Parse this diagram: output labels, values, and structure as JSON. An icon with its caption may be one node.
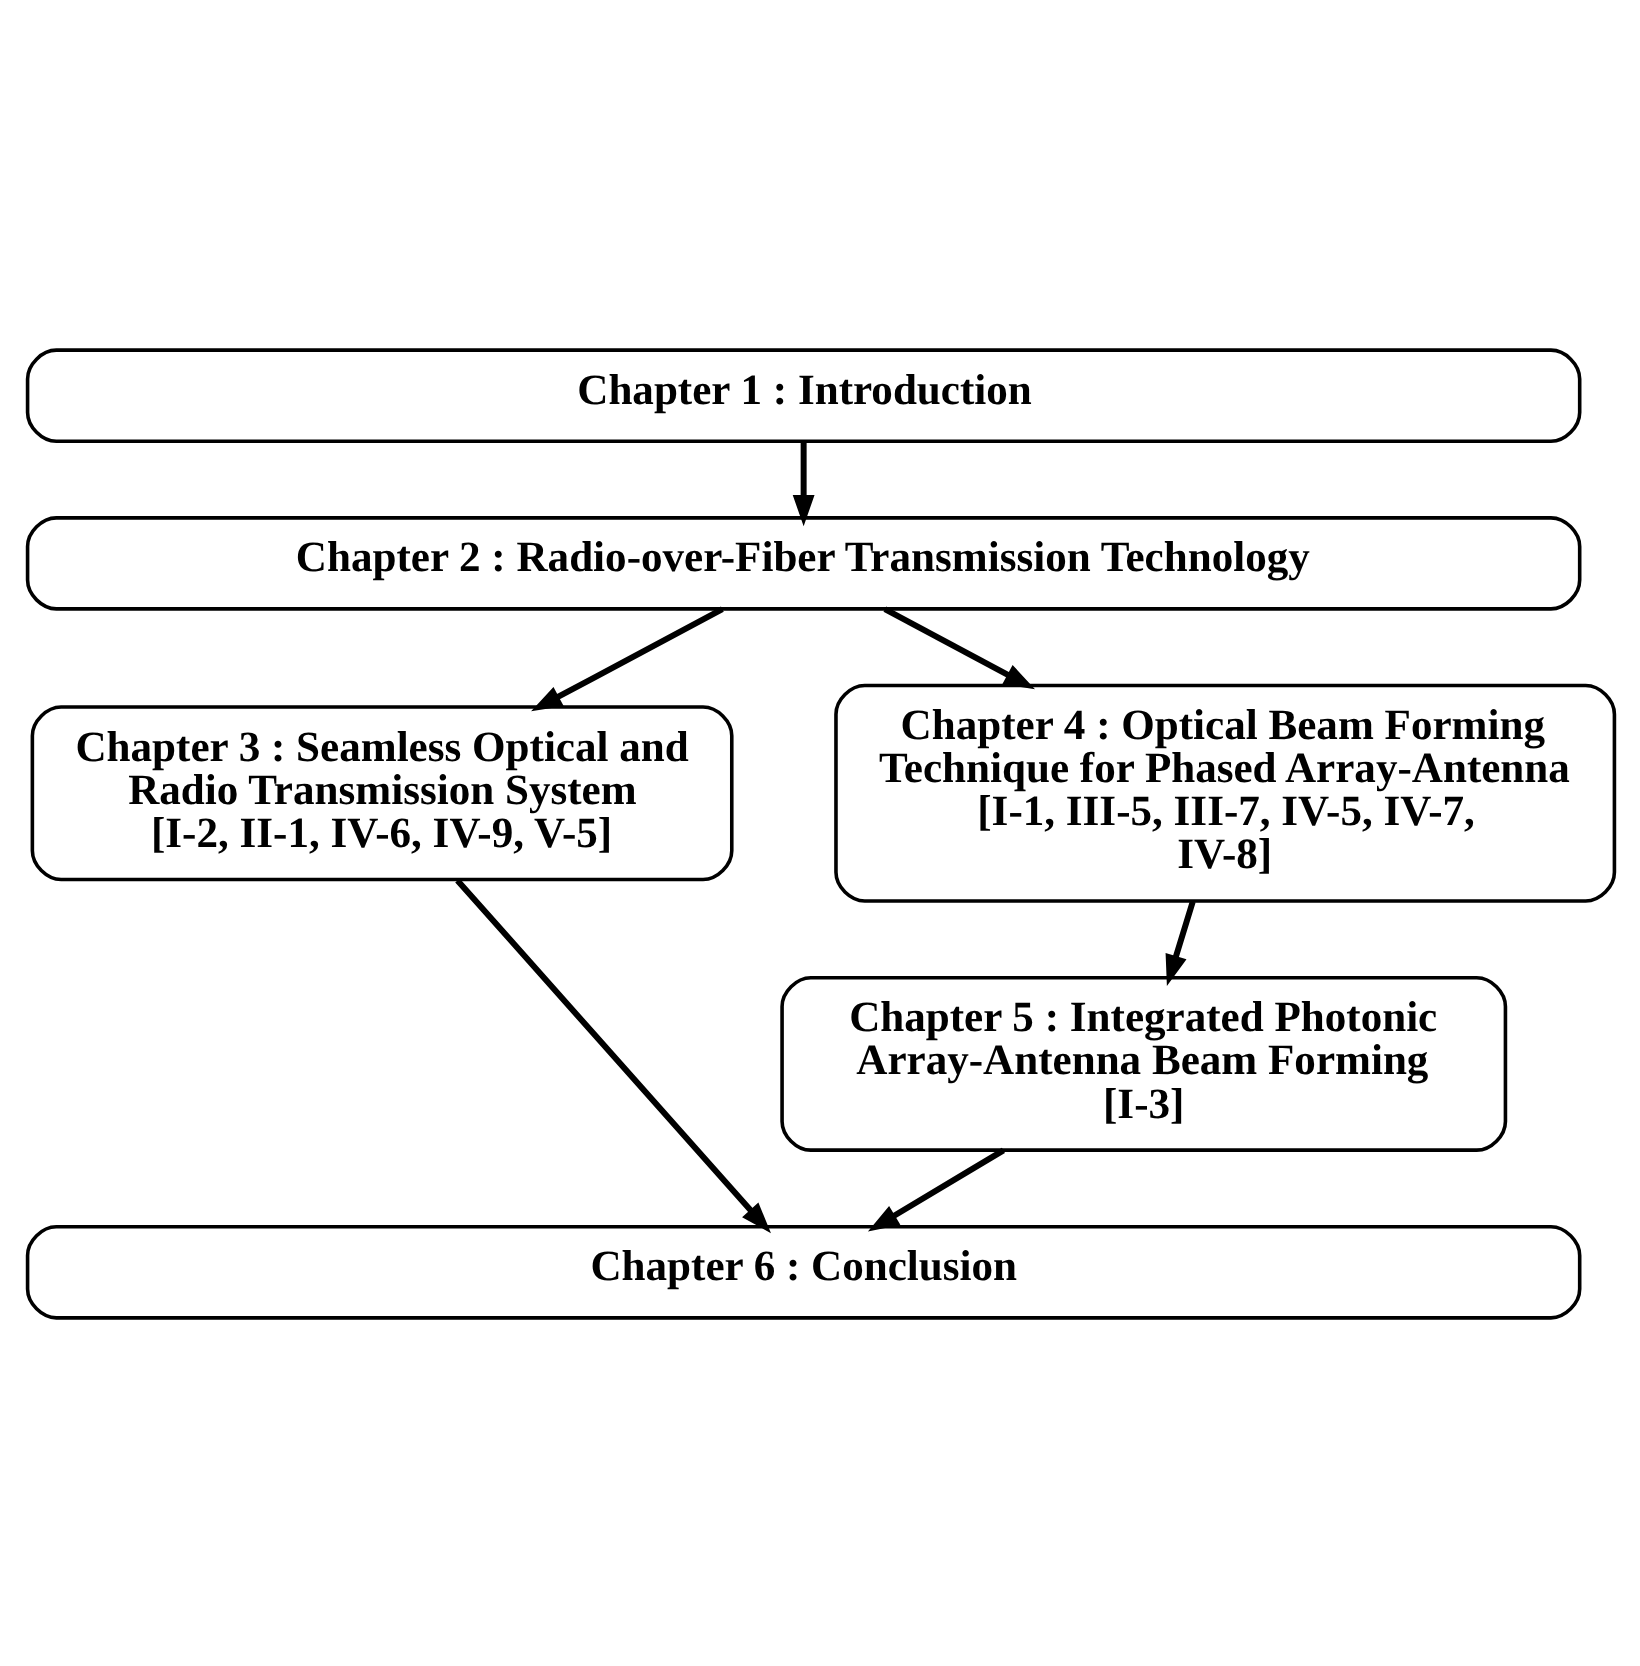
{
  "diagram": {
    "nodes": [
      {
        "text": [
          "Chapter 1 : Introduction"
        ]
      },
      {
        "text": [
          "Chapter 2 : Radio-over-Fiber Transmission Technology"
        ]
      },
      {
        "text": [
          "Chapter 3 : Seamless Optical and Radio Transmission System",
          "[I-2, II-1, IV-6, IV-9, V-5]"
        ]
      },
      {
        "text": [
          "Chapter 4 : Optical Beam Forming Technique for Phased Array-Antenna",
          "[I-1, III-5, III-7, IV-5, IV-7, IV-8]"
        ]
      },
      {
        "text": [
          "Chapter 5 : Integrated Photonic Array-Antenna Beam Forming",
          "[I-3]"
        ]
      },
      {
        "text": [
          "Chapter 6 : Conclusion"
        ]
      }
    ],
    "edges": [
      {
        "from": 0,
        "to": 1,
        "arrow": "to"
      },
      {
        "from": 1,
        "to": 2,
        "arrow": "to"
      },
      {
        "from": 1,
        "to": 3,
        "arrow": "to"
      },
      {
        "from": 2,
        "to": 5,
        "arrow": "to"
      },
      {
        "from": 3,
        "to": 4,
        "arrow": "to"
      },
      {
        "from": 4,
        "to": 5,
        "arrow": "to"
      }
    ]
  }
}
